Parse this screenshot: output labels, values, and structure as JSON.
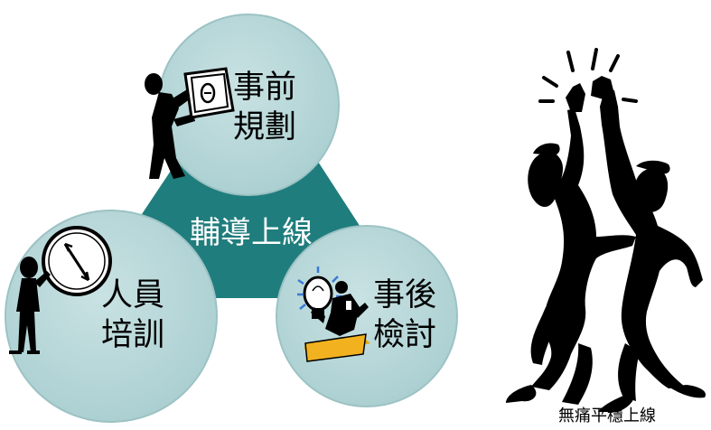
{
  "diagram": {
    "center_label": "輔導上線",
    "circles": [
      {
        "line1": "事前",
        "line2": "規劃"
      },
      {
        "line1": "人員",
        "line2": "培訓"
      },
      {
        "line1": "事後",
        "line2": "檢討"
      }
    ],
    "caption": "無痛平穩上線",
    "colors": {
      "triangle": "#1f7d7d",
      "circle_fill": "#bcd9da",
      "circle_edge": "#8fb8ba",
      "text": "#000000"
    },
    "icons": [
      "figure-holding-paper-icon",
      "clock-icon",
      "figure-pointing-icon",
      "lightbulb-icon",
      "businessman-icon",
      "high-five-figures-icon"
    ]
  }
}
